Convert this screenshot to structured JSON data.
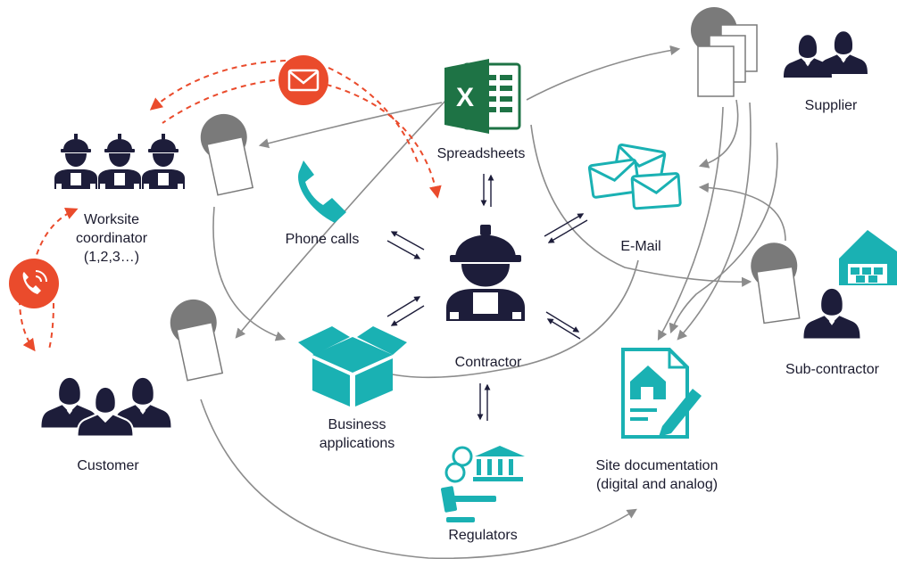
{
  "labels": {
    "spreadsheets": "Spreadsheets",
    "supplier": "Supplier",
    "worksite_line1": "Worksite",
    "worksite_line2": "coordinator",
    "worksite_line3": "(1,2,3…)",
    "phone_calls": "Phone calls",
    "email": "E-Mail",
    "contractor": "Contractor",
    "business_line1": "Business",
    "business_line2": "applications",
    "customer": "Customer",
    "subcontractor": "Sub-contractor",
    "regulators": "Regulators",
    "sitedoc_line1": "Site documentation",
    "sitedoc_line2": "(digital and analog)",
    "excel_letter": "X"
  },
  "icons": {
    "spreadsheet": "excel-spreadsheet-icon",
    "supplier": "supplier-people-icon",
    "worksite": "worksite-coordinator-hardhats-icon",
    "phone": "phone-handset-icon",
    "email": "email-envelopes-icon",
    "contractor": "contractor-hardhat-icon",
    "business": "open-box-icon",
    "customer": "customer-people-icon",
    "subcontractor": "warehouse-and-person-icon",
    "regulators": "bank-gavel-icon",
    "sitedoc": "site-document-icon",
    "mail_badge": "mail-badge-icon",
    "call_badge": "phone-call-badge-icon"
  },
  "colors": {
    "dark_navy": "#1d1d3a",
    "teal": "#1ab1b3",
    "orange_red": "#ea4b2c",
    "excel_green": "#1e7345",
    "arrow_gray": "#8c8c8c",
    "avatar_gray": "#7a7a7a"
  }
}
